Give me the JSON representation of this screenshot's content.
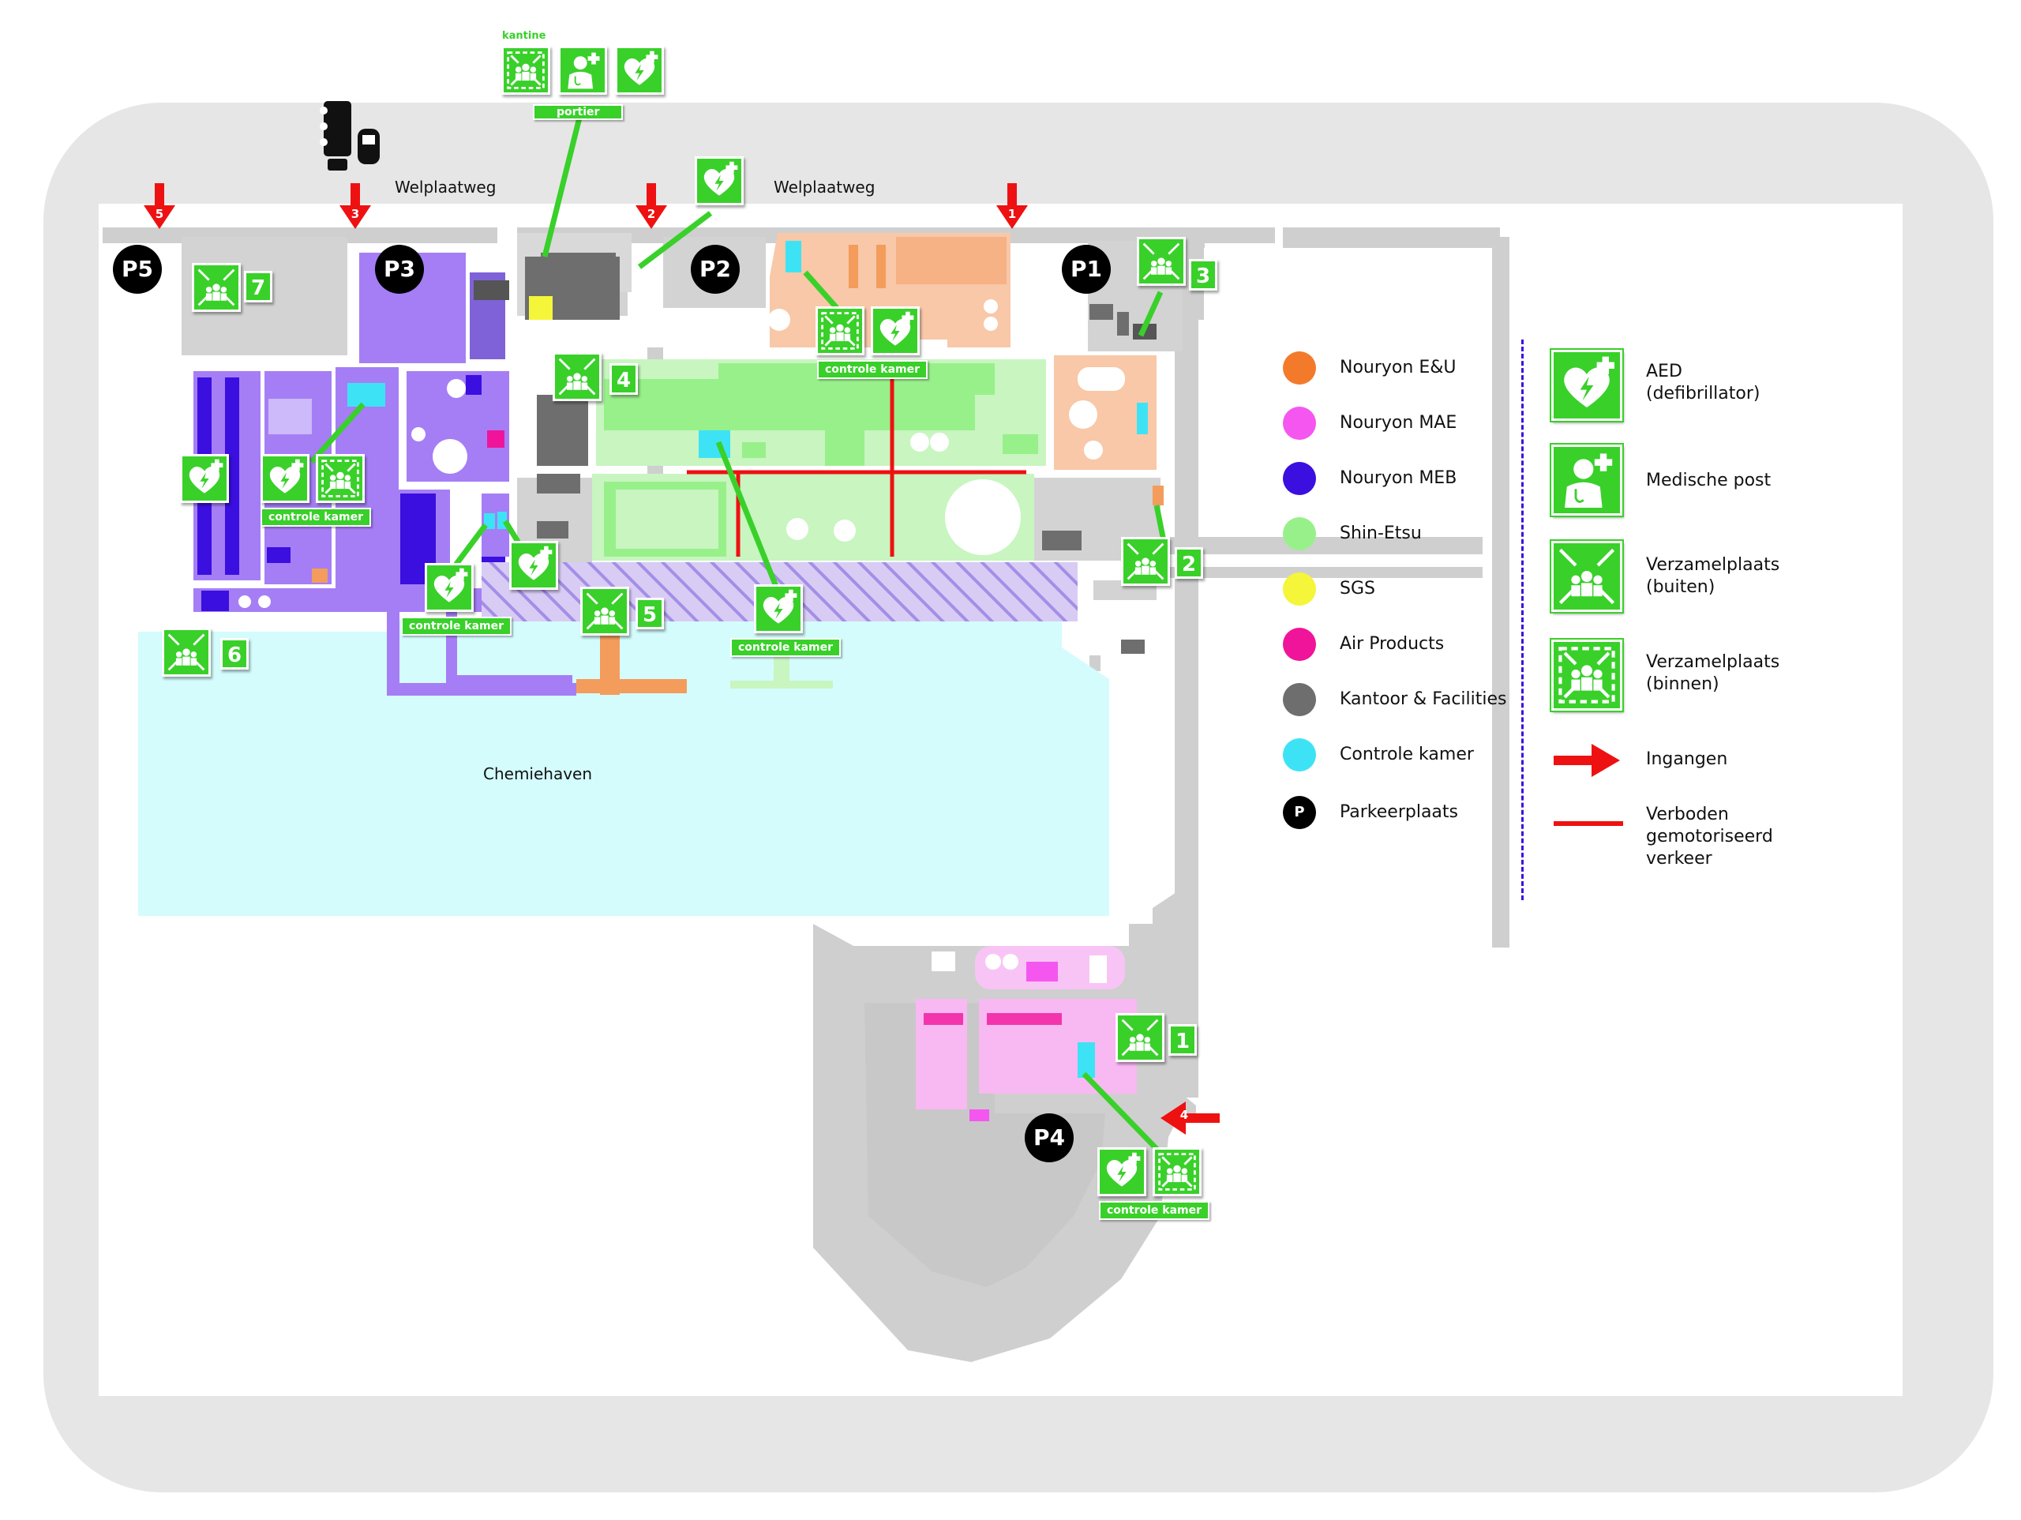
{
  "streets": {
    "top_left": "Welplaatweg",
    "top_right": "Welplaatweg"
  },
  "water_label": "Chemiehaven",
  "parking": [
    "P1",
    "P2",
    "P3",
    "P4",
    "P5"
  ],
  "entrances": [
    "1",
    "2",
    "3",
    "4",
    "5"
  ],
  "assembly_numbers": [
    "1",
    "2",
    "3",
    "4",
    "5",
    "6",
    "7"
  ],
  "labels": {
    "kantine": "kantine",
    "portier": "portier",
    "controle_kamer": "controle kamer"
  },
  "legend": {
    "companies": [
      {
        "label": "Nouryon E&U",
        "color": "#f47a2b"
      },
      {
        "label": "Nouryon MAE",
        "color": "#f556f0"
      },
      {
        "label": "Nouryon MEB",
        "color": "#3a0fe0"
      },
      {
        "label": "Shin-Etsu",
        "color": "#98f08a"
      },
      {
        "label": "SGS",
        "color": "#f5f53a"
      },
      {
        "label": "Air Products",
        "color": "#f0149a"
      },
      {
        "label": "Kantoor & Facilities",
        "color": "#6e6e6e"
      },
      {
        "label": "Controle kamer",
        "color": "#3de3f5"
      },
      {
        "label": "Parkeerplaats",
        "color": "#000000",
        "glyph": "P"
      }
    ],
    "symbols": [
      {
        "label": "AED\n(defibrillator)",
        "icon": "aed-icon"
      },
      {
        "label": "Medische post",
        "icon": "medical-post-icon"
      },
      {
        "label": "Verzamelplaats\n(buiten)",
        "icon": "assembly-outside-icon"
      },
      {
        "label": "Verzamelplaats\n(binnen)",
        "icon": "assembly-inside-icon"
      },
      {
        "label": "Ingangen",
        "icon": "entrance-arrow-icon"
      },
      {
        "label": "Verboden\ngemotoriseerd\nverkeer",
        "icon": "no-motor-traffic-line"
      }
    ]
  },
  "colors": {
    "frame": "#e6e6e6",
    "road": "#cfcfcf",
    "water": "#d4fcfc",
    "safety_green": "#39d02a",
    "entrance_red": "#ee1111"
  }
}
